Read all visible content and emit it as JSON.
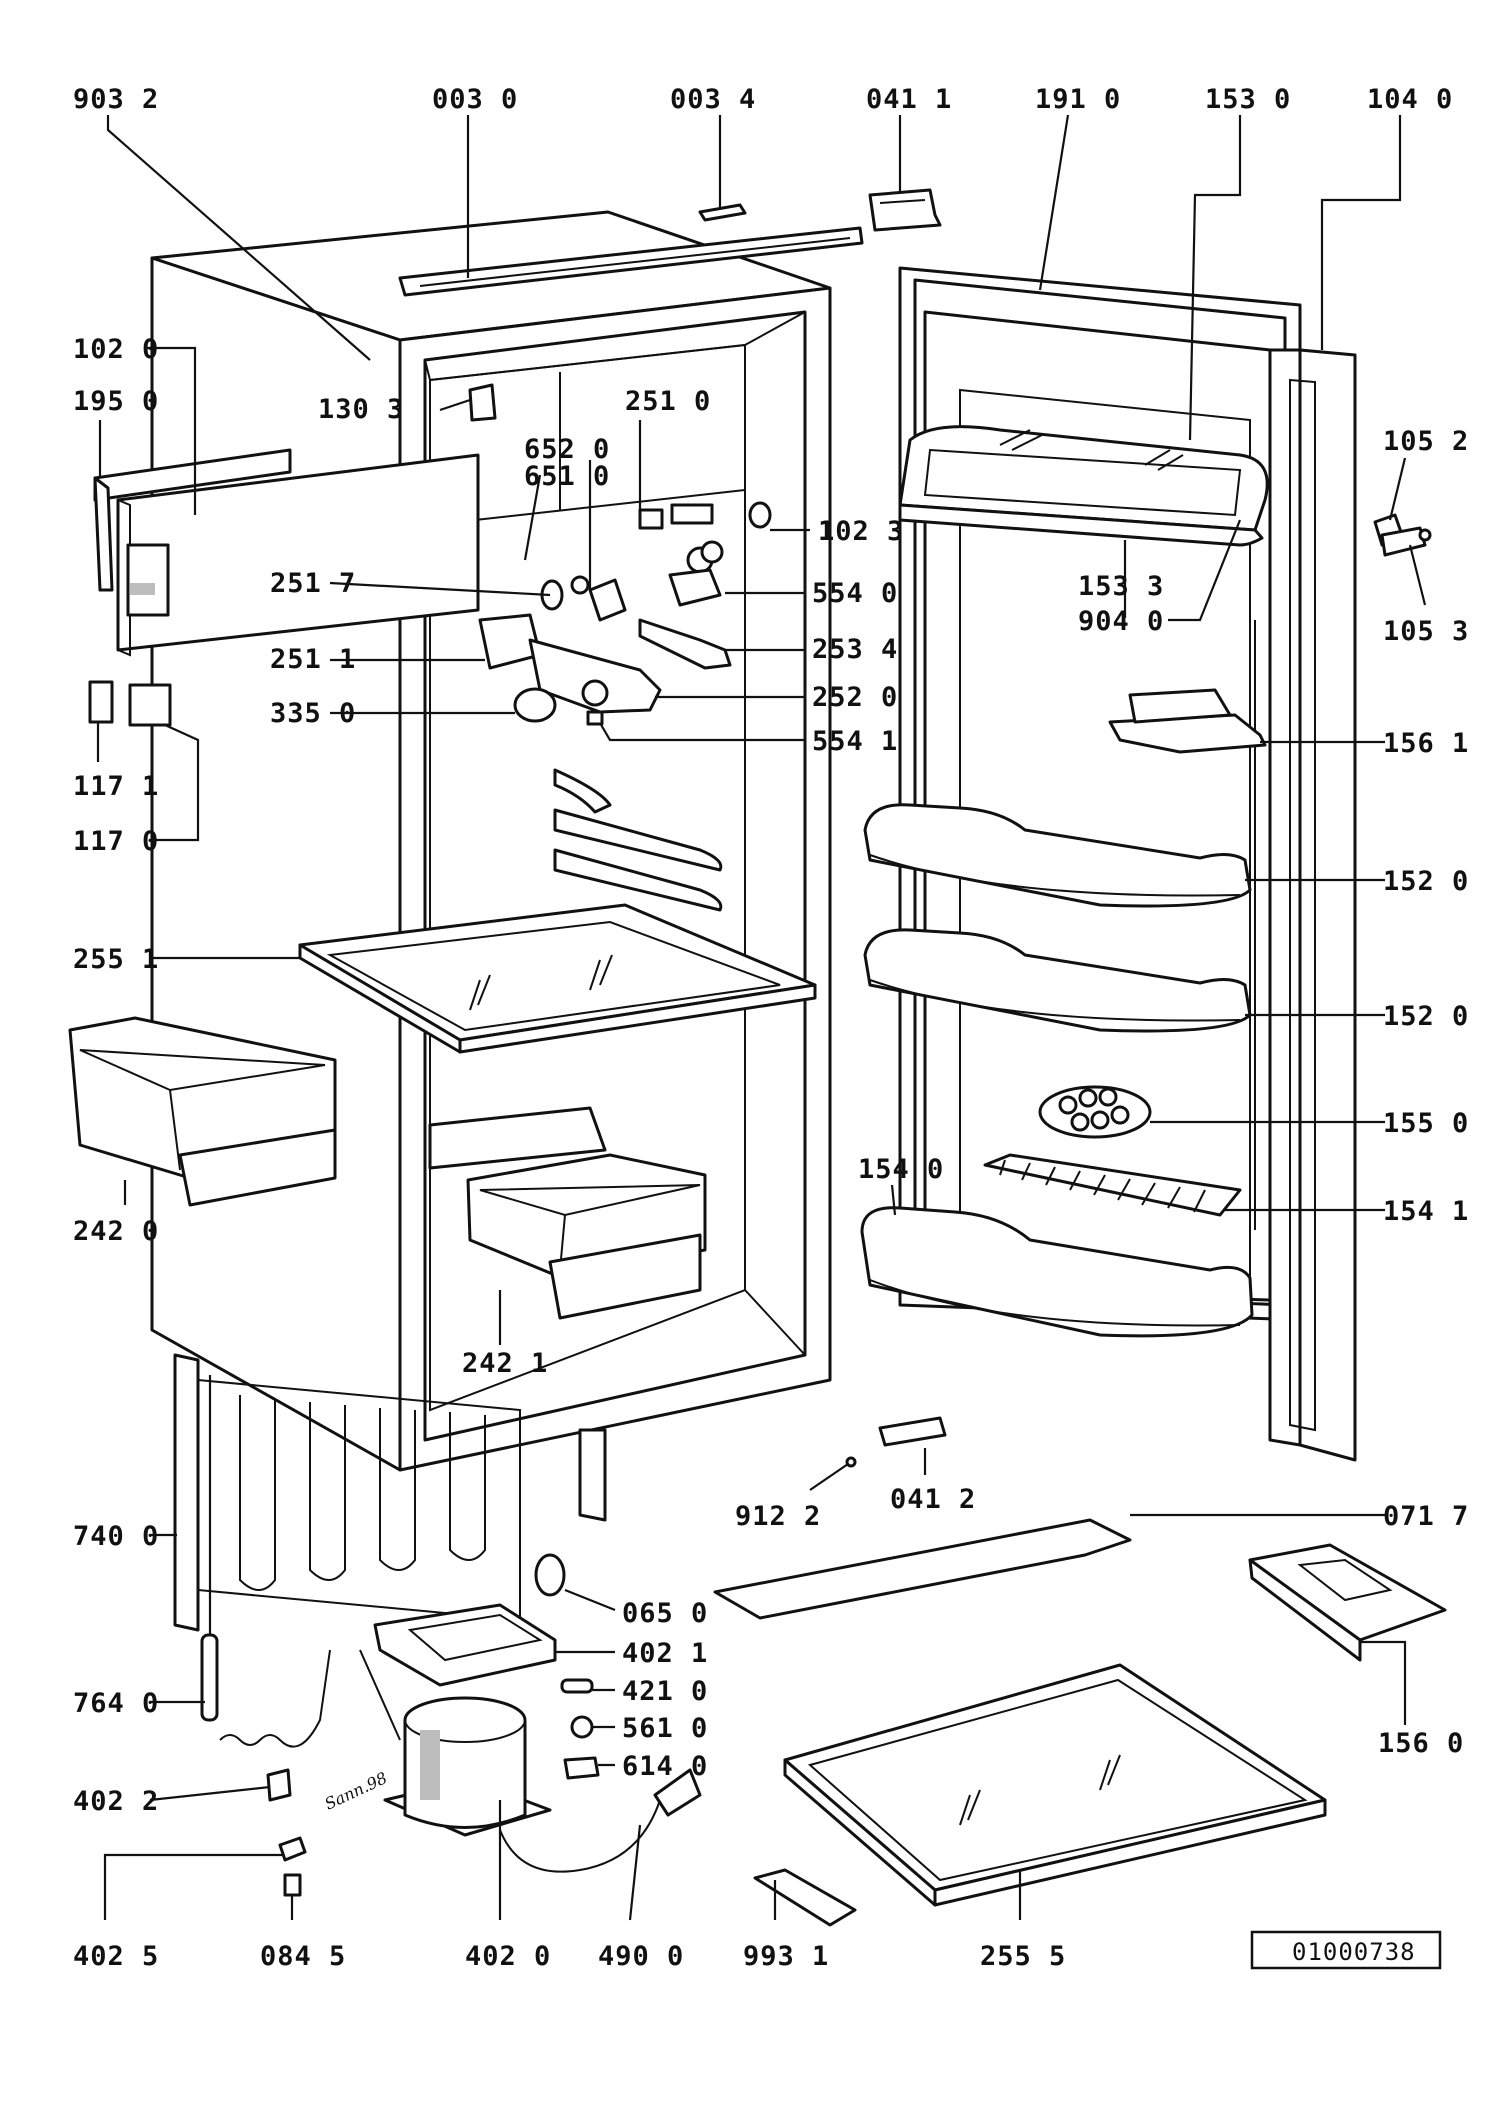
{
  "parts": [
    {
      "id": "9032",
      "text": "903 2"
    },
    {
      "id": "0030",
      "text": "003 0"
    },
    {
      "id": "0034",
      "text": "003 4"
    },
    {
      "id": "0411",
      "text": "041 1"
    },
    {
      "id": "1910",
      "text": "191 0"
    },
    {
      "id": "1530",
      "text": "153 0"
    },
    {
      "id": "1040",
      "text": "104 0"
    },
    {
      "id": "1020",
      "text": "102 0"
    },
    {
      "id": "1950",
      "text": "195 0"
    },
    {
      "id": "1303",
      "text": "130 3"
    },
    {
      "id": "2510",
      "text": "251 0"
    },
    {
      "id": "6520",
      "text": "652 0"
    },
    {
      "id": "6510",
      "text": "651 0"
    },
    {
      "id": "1023",
      "text": "102 3"
    },
    {
      "id": "1052",
      "text": "105 2"
    },
    {
      "id": "2517",
      "text": "251 7"
    },
    {
      "id": "5540",
      "text": "554 0"
    },
    {
      "id": "1533",
      "text": "153 3"
    },
    {
      "id": "9040",
      "text": "904 0"
    },
    {
      "id": "1053",
      "text": "105 3"
    },
    {
      "id": "2511",
      "text": "251 1"
    },
    {
      "id": "2534",
      "text": "253 4"
    },
    {
      "id": "2520",
      "text": "252 0"
    },
    {
      "id": "3350",
      "text": "335 0"
    },
    {
      "id": "5541",
      "text": "554 1"
    },
    {
      "id": "1561",
      "text": "156 1"
    },
    {
      "id": "1171",
      "text": "117 1"
    },
    {
      "id": "1170",
      "text": "117 0"
    },
    {
      "id": "1520a",
      "text": "152 0"
    },
    {
      "id": "2551",
      "text": "255 1"
    },
    {
      "id": "1520b",
      "text": "152 0"
    },
    {
      "id": "1550",
      "text": "155 0"
    },
    {
      "id": "1540",
      "text": "154 0"
    },
    {
      "id": "1541",
      "text": "154 1"
    },
    {
      "id": "2420",
      "text": "242 0"
    },
    {
      "id": "2421",
      "text": "242 1"
    },
    {
      "id": "9122",
      "text": "912 2"
    },
    {
      "id": "0412",
      "text": "041 2"
    },
    {
      "id": "7400",
      "text": "740 0"
    },
    {
      "id": "0717",
      "text": "071 7"
    },
    {
      "id": "0650",
      "text": "065 0"
    },
    {
      "id": "4021",
      "text": "402 1"
    },
    {
      "id": "7640",
      "text": "764 0"
    },
    {
      "id": "4210",
      "text": "421 0"
    },
    {
      "id": "5610",
      "text": "561 0"
    },
    {
      "id": "1560",
      "text": "156 0"
    },
    {
      "id": "6140",
      "text": "614 0"
    },
    {
      "id": "4022",
      "text": "402 2"
    },
    {
      "id": "4025",
      "text": "402 5"
    },
    {
      "id": "0845",
      "text": "084 5"
    },
    {
      "id": "4020",
      "text": "402 0"
    },
    {
      "id": "4900",
      "text": "490 0"
    },
    {
      "id": "9931",
      "text": "993 1"
    },
    {
      "id": "2555",
      "text": "255 5"
    }
  ],
  "signature": "Sann.98",
  "drawing_ref": "01000738"
}
